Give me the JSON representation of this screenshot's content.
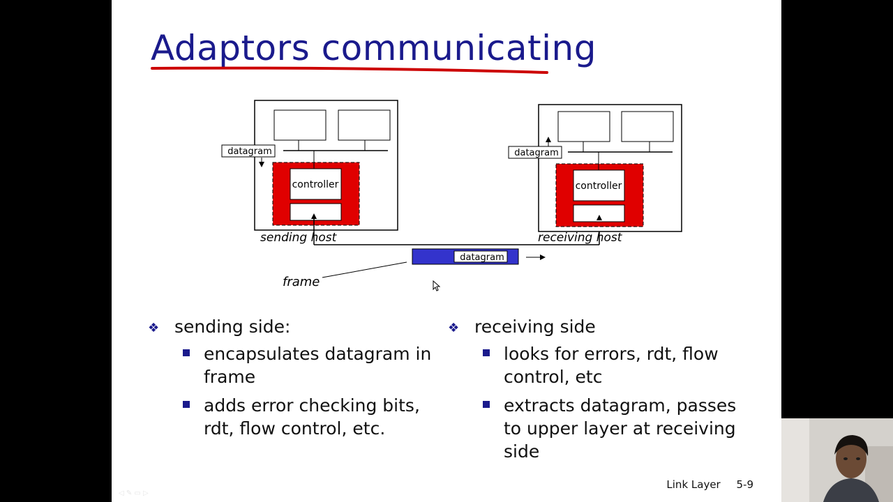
{
  "slide": {
    "title": "Adaptors communicating",
    "diagram": {
      "sending_datagram": "datagram",
      "sending_controller": "controller",
      "sending_host_label": "sending host",
      "receiving_datagram": "datagram",
      "receiving_controller": "controller",
      "receiving_host_label": "receiving host",
      "frame_datagram": "datagram",
      "frame_label": "frame"
    },
    "left_column": {
      "heading": "sending side:",
      "items": [
        "encapsulates datagram in frame",
        "adds error checking bits, rdt, flow control, etc."
      ]
    },
    "right_column": {
      "heading": "receiving side",
      "items": [
        "looks for errors, rdt, flow control, etc",
        "extracts datagram, passes to upper layer at receiving side"
      ]
    },
    "footer": {
      "chapter": "Link Layer",
      "page": "5-9"
    }
  },
  "colors": {
    "title": "#1a1a8c",
    "adapter_red": "#e00000",
    "frame_blue": "#3333cc",
    "underline": "#cc0000"
  }
}
